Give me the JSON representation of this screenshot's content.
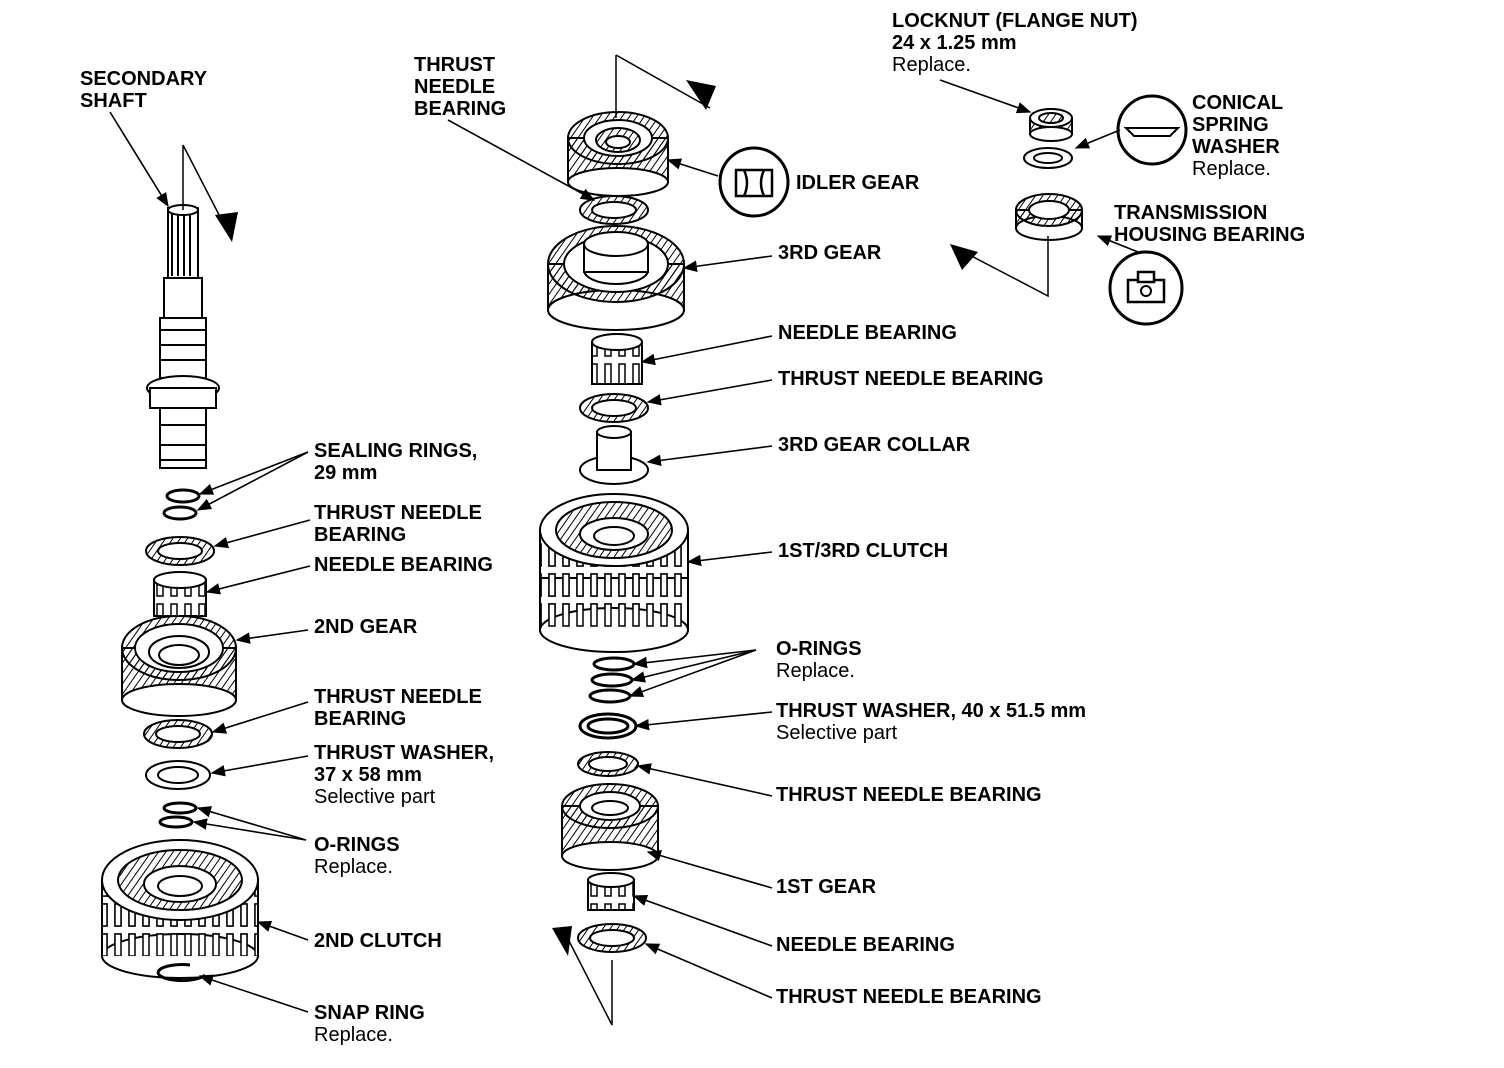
{
  "labels": {
    "secondary_shaft": [
      "SECONDARY",
      "SHAFT"
    ],
    "sealing_rings": [
      "SEALING RINGS,",
      "29 mm"
    ],
    "thrust_needle_1": [
      "THRUST NEEDLE",
      "BEARING"
    ],
    "needle_bearing_1": "NEEDLE BEARING",
    "second_gear": "2ND GEAR",
    "thrust_needle_2": [
      "THRUST NEEDLE",
      "BEARING"
    ],
    "thrust_washer_37": {
      "name": [
        "THRUST WASHER,",
        "37 x 58 mm"
      ],
      "note": "Selective part"
    },
    "o_rings_left": {
      "name": "O-RINGS",
      "note": "Replace."
    },
    "second_clutch": "2ND CLUTCH",
    "snap_ring": {
      "name": "SNAP RING",
      "note": "Replace."
    },
    "thrust_needle_top": [
      "THRUST",
      "NEEDLE",
      "BEARING"
    ],
    "idler_gear": "IDLER GEAR",
    "third_gear": "3RD GEAR",
    "needle_bearing_2": "NEEDLE BEARING",
    "thrust_needle_3": "THRUST NEEDLE BEARING",
    "third_gear_collar": "3RD GEAR COLLAR",
    "first_third_clutch": "1ST/3RD CLUTCH",
    "o_rings_right": {
      "name": "O-RINGS",
      "note": "Replace."
    },
    "thrust_washer_40": {
      "name": "THRUST WASHER, 40 x 51.5 mm",
      "note": "Selective part"
    },
    "thrust_needle_4": "THRUST NEEDLE BEARING",
    "first_gear": "1ST GEAR",
    "needle_bearing_3": "NEEDLE BEARING",
    "thrust_needle_5": "THRUST NEEDLE BEARING",
    "locknut": {
      "name": [
        "LOCKNUT (FLANGE NUT)",
        "24 x 1.25 mm"
      ],
      "note": "Replace."
    },
    "conical_washer": {
      "name": [
        "CONICAL",
        "SPRING",
        "WASHER"
      ],
      "note": "Replace."
    },
    "housing_bearing": [
      "TRANSMISSION",
      "HOUSING BEARING"
    ]
  }
}
